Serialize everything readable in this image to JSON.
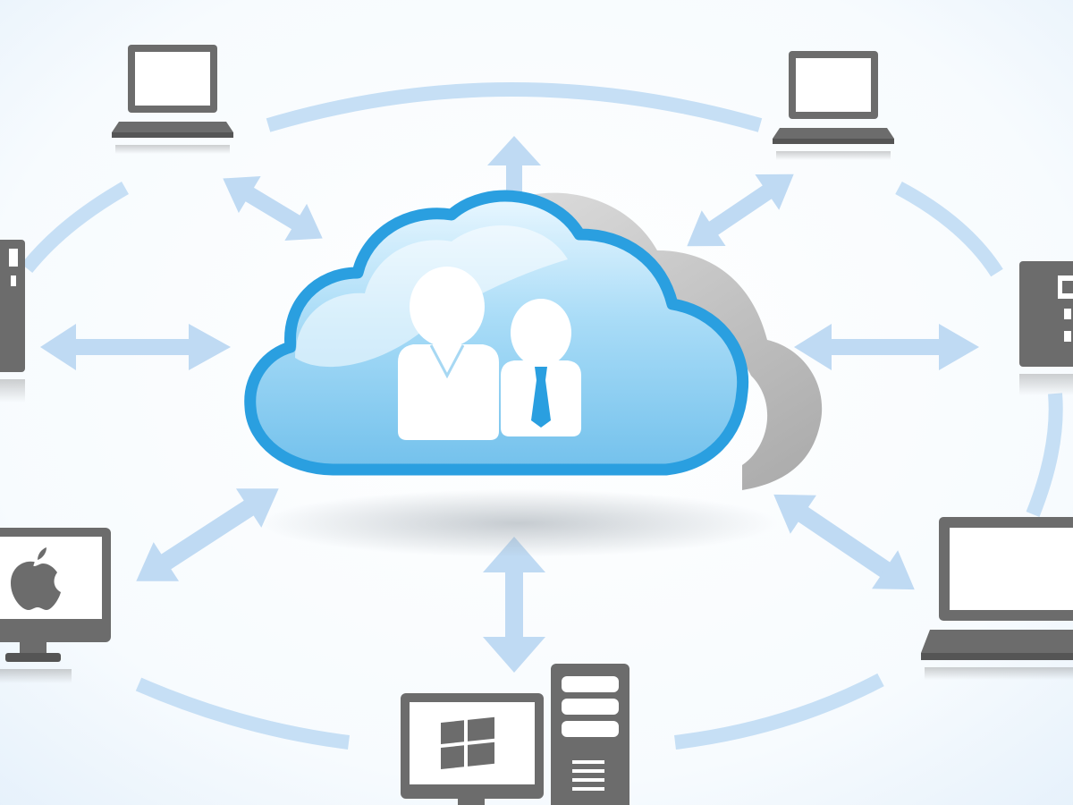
{
  "diagram": {
    "center": {
      "kind": "cloud",
      "icon": "users-icon"
    },
    "devices": [
      {
        "id": "laptop-top-left",
        "kind": "laptop",
        "icon": "laptop-icon"
      },
      {
        "id": "laptop-top-right",
        "kind": "laptop",
        "icon": "laptop-icon"
      },
      {
        "id": "nas-left",
        "kind": "storage",
        "icon": "server-icon"
      },
      {
        "id": "nas-right",
        "kind": "storage",
        "icon": "server-icon"
      },
      {
        "id": "mac-desktop",
        "kind": "monitor",
        "icon": "apple-icon"
      },
      {
        "id": "windows-desktop",
        "kind": "desktop-tower",
        "icon": "windows-icon"
      },
      {
        "id": "laptop-bottom-right",
        "kind": "laptop",
        "icon": "laptop-icon"
      }
    ]
  },
  "colors": {
    "cloud_border": "#2a9fe0",
    "cloud_fill": "#8fd0f2",
    "cloud_shadow": "#b8b8b8",
    "arrow": "#bfdaf3",
    "device": "#6c6c6c",
    "screen": "#ffffff"
  }
}
